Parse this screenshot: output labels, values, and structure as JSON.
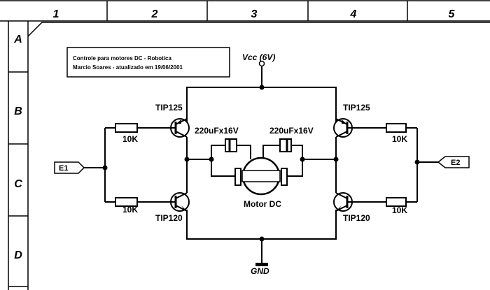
{
  "frame": {
    "columns": [
      "1",
      "2",
      "3",
      "4",
      "5"
    ],
    "rows": [
      "A",
      "B",
      "C",
      "D"
    ]
  },
  "title_block": {
    "line1": "Controle para motores DC - Robotica",
    "line2": "Marcio Soares - atualizado em 19/06/2001"
  },
  "power": {
    "vcc": "Vcc (6V)",
    "gnd": "GND"
  },
  "ports": {
    "left": "E1",
    "right": "E2"
  },
  "parts": {
    "q_top_left": "TIP125",
    "q_top_right": "TIP125",
    "q_bottom_left": "TIP120",
    "q_bottom_right": "TIP120",
    "r_top_left": "10K",
    "r_bottom_left": "10K",
    "r_top_right": "10K",
    "r_bottom_right": "10K",
    "c_left": "220uFx16V",
    "c_right": "220uFx16V",
    "motor": "Motor DC"
  }
}
